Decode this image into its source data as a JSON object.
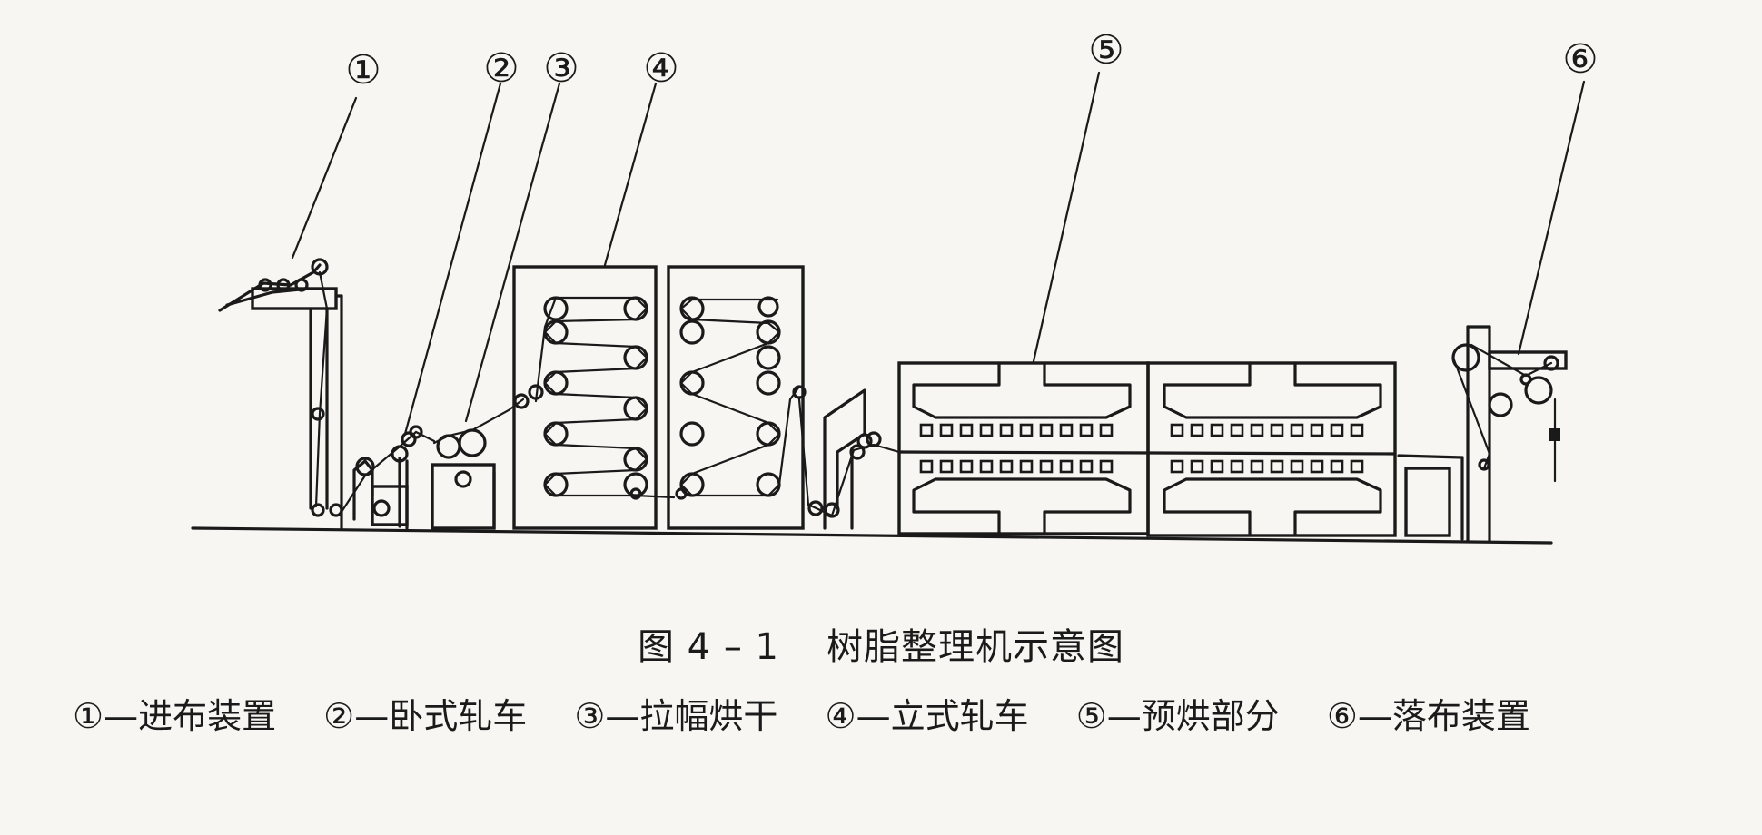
{
  "figure": {
    "caption_number": "图 4 – 1",
    "caption_title": "树脂整理机示意图"
  },
  "callouts": [
    "①",
    "②",
    "③",
    "④",
    "⑤",
    "⑥"
  ],
  "legend": [
    "①—进布装置",
    "②—卧式轧车",
    "③—拉幅烘干",
    "④—立式轧车",
    "⑤—预烘部分",
    "⑥—落布装置"
  ]
}
